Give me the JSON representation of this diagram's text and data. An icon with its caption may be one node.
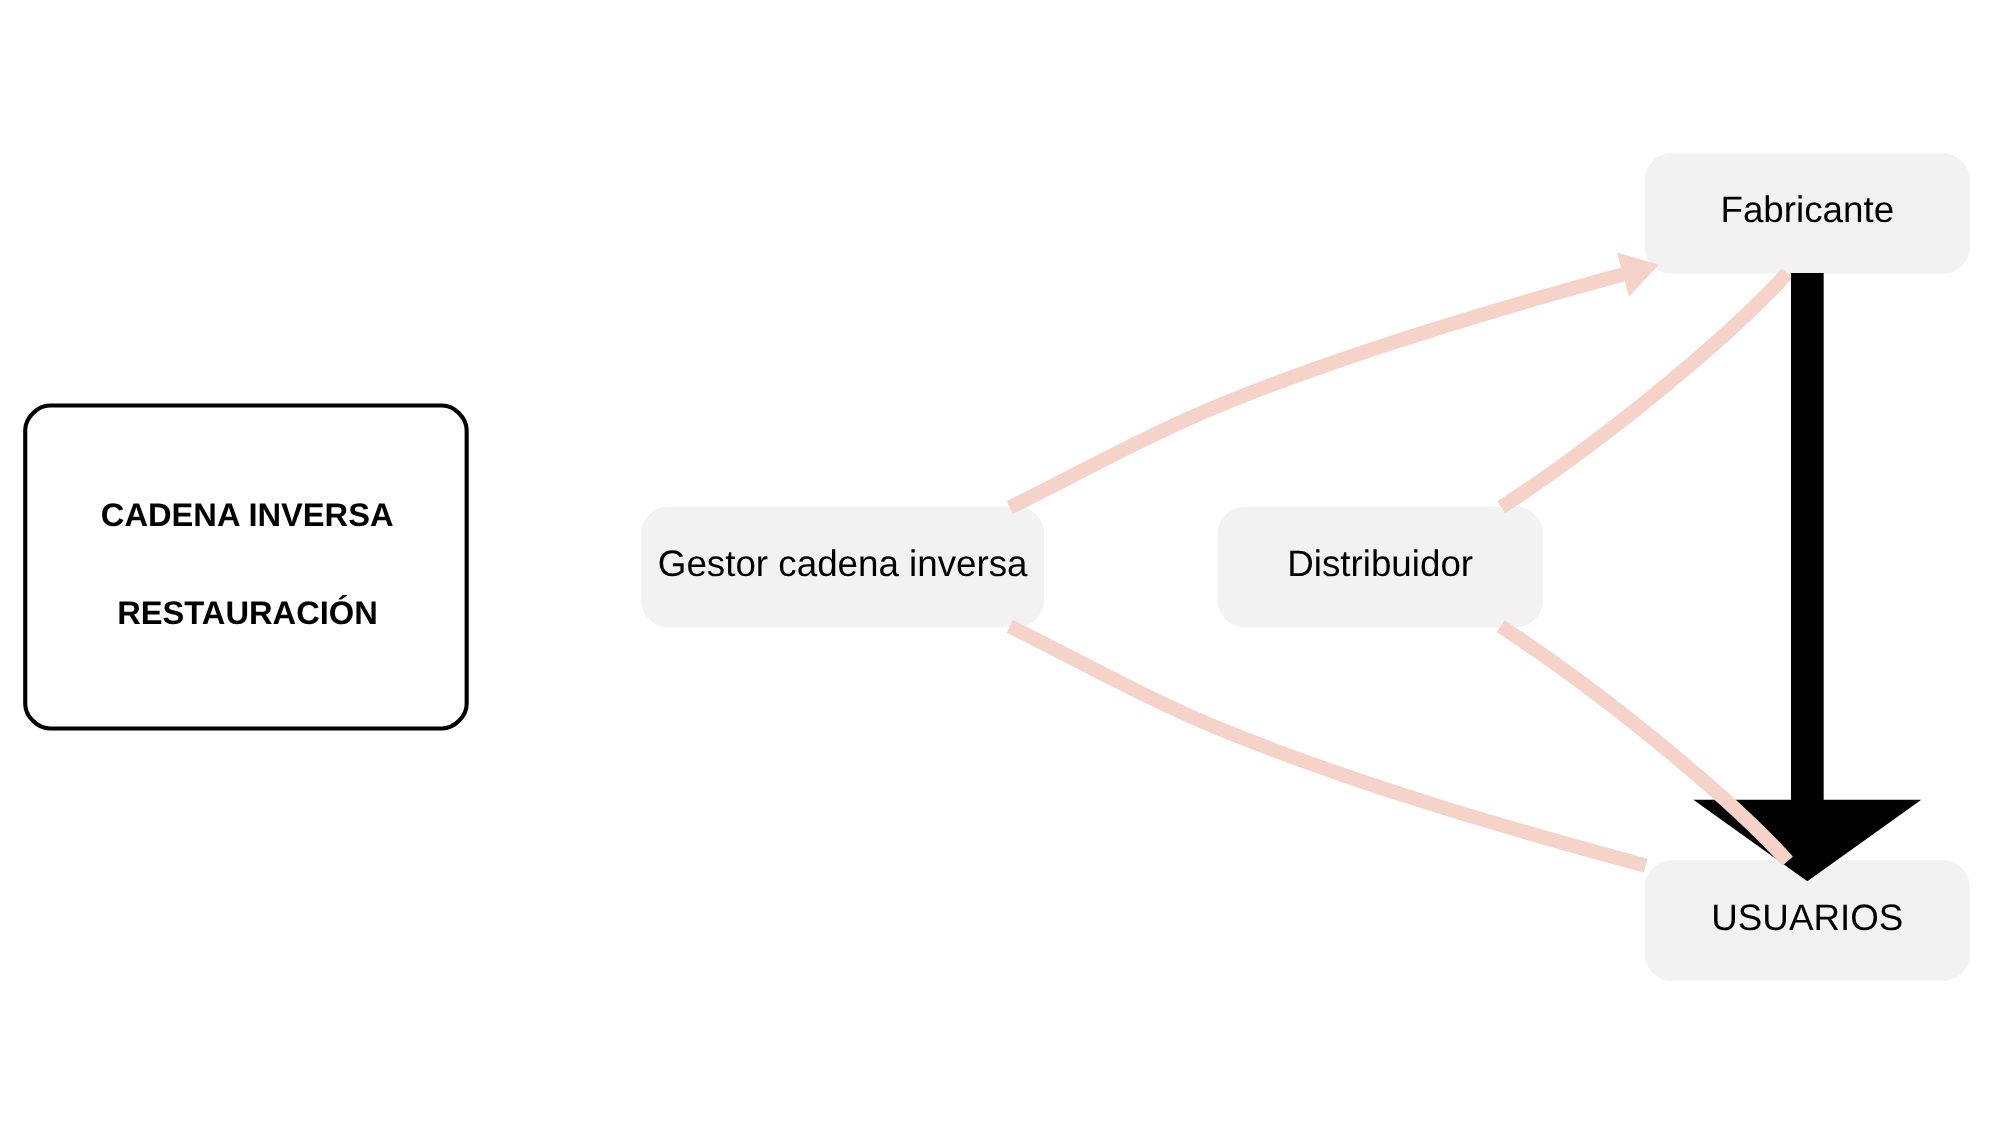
{
  "diagram": {
    "nodes": [
      {
        "text": [
          "CADENA INVERSA",
          "RESTAURACIÓN"
        ]
      },
      {
        "text": [
          "Fabricante"
        ]
      },
      {
        "text": [
          "Gestor cadena inversa"
        ]
      },
      {
        "text": [
          "Distribuidor"
        ]
      },
      {
        "text": [
          "USUARIOS"
        ]
      }
    ],
    "edges": [
      {
        "from": 2,
        "to": 1,
        "arrow": "to"
      },
      {
        "from": 1,
        "to": 3,
        "arrow": "none"
      },
      {
        "from": 3,
        "to": 4,
        "arrow": "none"
      },
      {
        "from": 4,
        "to": 2,
        "arrow": "none"
      },
      {
        "from": 1,
        "to": 4,
        "arrow": "to",
        "style": "thick",
        "color": "#000000"
      }
    ]
  }
}
